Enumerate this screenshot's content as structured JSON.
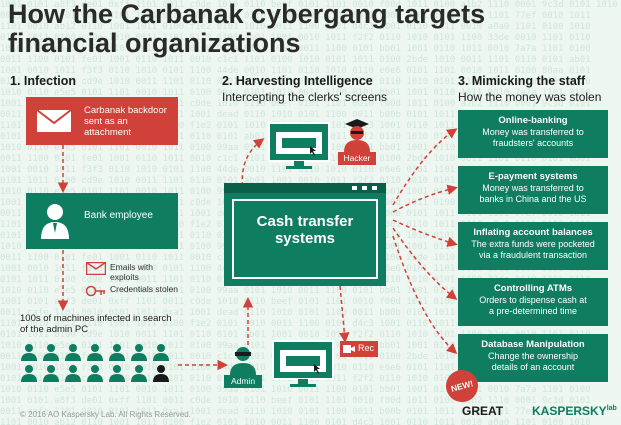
{
  "title_line1": "How the Carbanak cybergang targets",
  "title_line2": "financial organizations",
  "stage1": {
    "heading": "1. Infection",
    "email_box": "Carbanak backdoor sent as an attachment",
    "employee_box": "Bank employee",
    "emails_label": "Emails with exploits",
    "credentials_label": "Credentials stolen",
    "machines_label": "100s of machines infected in search of the admin PC"
  },
  "stage2": {
    "heading": "2. Harvesting Intelligence",
    "subheading": "Intercepting the clerks' screens",
    "hacker_label": "Hacker",
    "center_box": "Cash transfer systems",
    "admin_label": "Admin",
    "rec_label": "Rec"
  },
  "stage3": {
    "heading": "3. Mimicking the staff",
    "subheading": "How the money was stolen",
    "methods": [
      {
        "title": "Online-banking",
        "desc": "Money was transferred to fraudsters' accounts"
      },
      {
        "title": "E-payment systems",
        "desc": "Money was transferred to banks in China and the US"
      },
      {
        "title": "Inflating account balances",
        "desc": "The extra funds were pocketed via a fraudulent transaction"
      },
      {
        "title": "Controlling ATMs",
        "desc": "Orders to dispense cash at a pre-determined time"
      },
      {
        "title": "Database Manipulation",
        "desc": "Change the ownership details of an account"
      }
    ],
    "new_badge": "NEW!"
  },
  "footer": {
    "copyright": "© 2016 AO Kaspersky Lab. All Rights Reserved.",
    "great": "GREAT",
    "kaspersky": "KASPERSKY",
    "lab": "lab"
  },
  "colors": {
    "red": "#d0413a",
    "green": "#0e7d60",
    "dark": "#1a1a1a"
  }
}
